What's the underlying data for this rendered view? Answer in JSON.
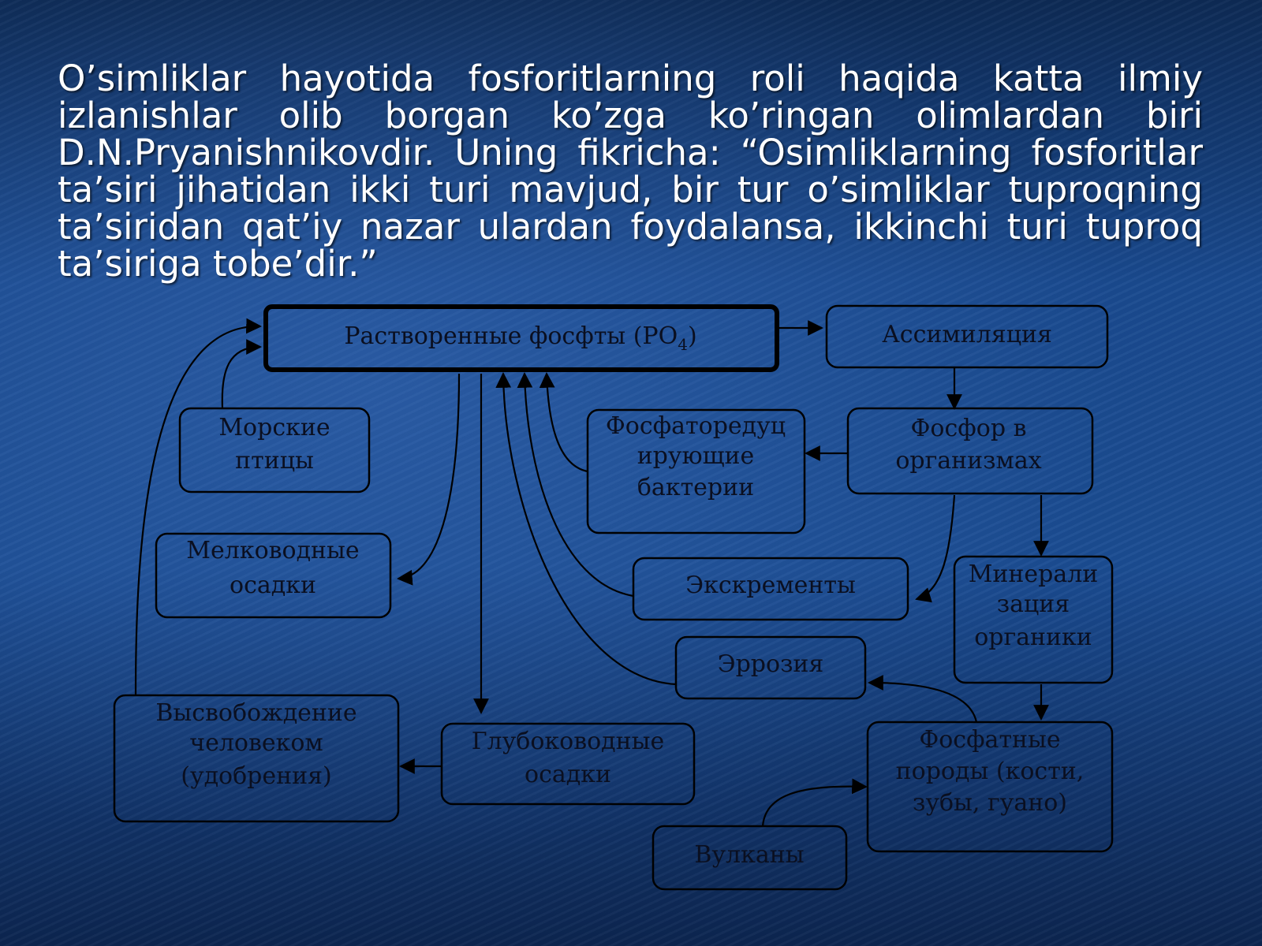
{
  "paragraph": "O’simliklar hayotida fosforitlarning roli haqida katta ilmiy izlanishlar olib borgan ko’zga ko’ringan olimlardan biri D.N.Pryanishnikovdir. Uning fikricha: “Osimliklarning fosforitlar ta’siri jihatidan ikki turi mavjud, bir tur o’simliklar tuproqning ta’siridan qat’iy nazar ulardan foydalansa, ikkinchi turi tuproq ta’siriga tobe’dir.”",
  "diagram": {
    "dissolved": "Растворенные фосфты (PO",
    "dissolved_sub": "4",
    "dissolved_end": ")",
    "assimilation": "Ассимиляция",
    "seabirds": [
      "Морские",
      "птицы"
    ],
    "reducing_bacteria": [
      "Фосфаторедуц",
      "ирующие",
      "бактерии"
    ],
    "phosphorus_organisms": [
      "Фосфор в",
      "организмах"
    ],
    "shallow_sediments": [
      "Мелководные",
      "осадки"
    ],
    "excrements": "Экскременты",
    "mineralization": [
      "Минерали",
      "зация",
      "органики"
    ],
    "erosion": "Эррозия",
    "human_release": [
      "Высвобождение",
      "человеком",
      "(удобрения)"
    ],
    "deep_sediments": [
      "Глубоководные",
      "осадки"
    ],
    "phosphate_rocks": [
      "Фосфатные",
      "породы (кости,",
      "зубы, гуано)"
    ],
    "volcanoes": "Вулканы"
  }
}
